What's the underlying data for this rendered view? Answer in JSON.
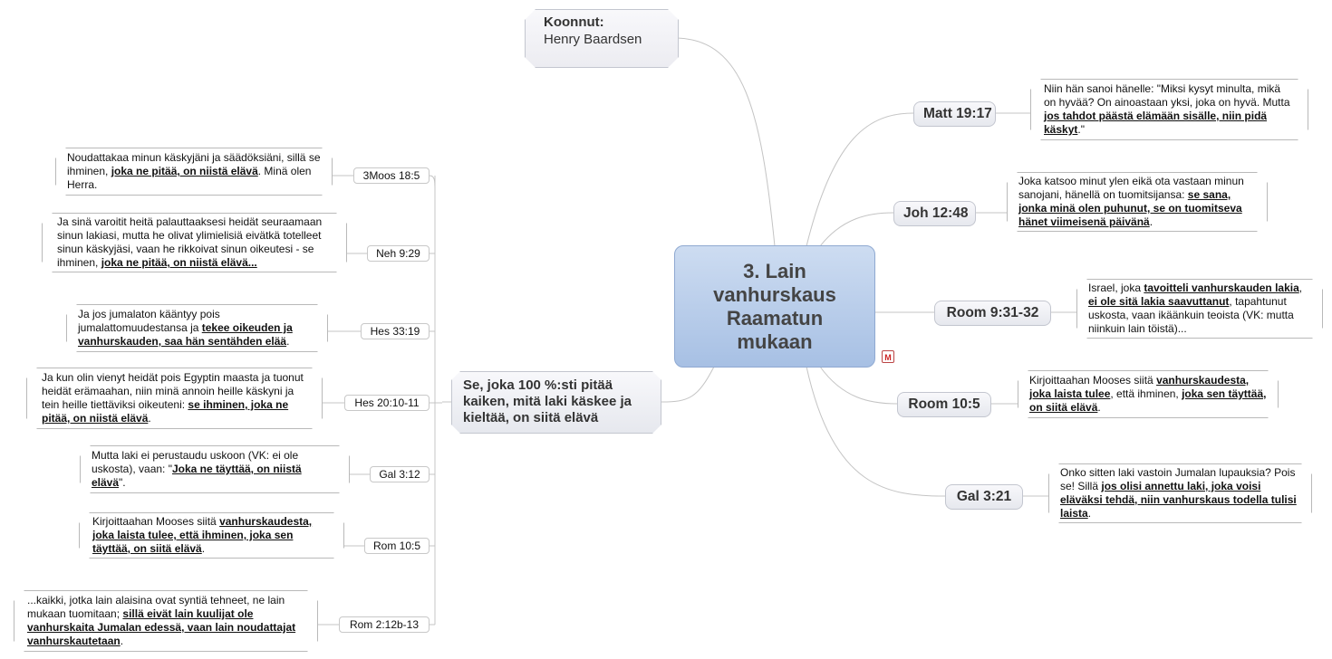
{
  "central": {
    "title": "3. Lain vanhurskaus Raamatun mukaan"
  },
  "author": {
    "heading": "Koonnut:",
    "name": "Henry Baardsen"
  },
  "main_branch": {
    "label": "Se, joka 100 %:sti pitää kaiken, mitä laki käskee ja kieltää, on siitä elävä"
  },
  "left_refs": [
    {
      "ref": "3Moos 18:5",
      "parts": [
        {
          "t": "Noudattakaa minun käskyjäni ja säädöksiäni, sillä se ihminen, ",
          "b": false
        },
        {
          "t": "joka ne pitää, on niistä elävä",
          "b": true
        },
        {
          "t": ". Minä olen Herra.",
          "b": false
        }
      ]
    },
    {
      "ref": "Neh 9:29",
      "parts": [
        {
          "t": "Ja sinä varoitit heitä palauttaaksesi heidät seuraamaan sinun lakiasi, mutta he olivat ylimielisiä eivätkä totelleet sinun käskyjäsi, vaan he rikkoivat sinun oikeutesi - se ihminen, ",
          "b": false
        },
        {
          "t": "joka ne pitää, on niistä elävä...",
          "b": true
        }
      ]
    },
    {
      "ref": "Hes 33:19",
      "parts": [
        {
          "t": "Ja jos jumalaton kääntyy pois jumalattomuudestansa ja ",
          "b": false
        },
        {
          "t": "tekee oikeuden ja vanhurskauden, saa hän sentähden elää",
          "b": true
        },
        {
          "t": ".",
          "b": false
        }
      ]
    },
    {
      "ref": "Hes 20:10-11",
      "parts": [
        {
          "t": "Ja kun olin vienyt heidät pois Egyptin maasta ja tuonut heidät erämaahan, niin minä annoin heille käskyni ja tein heille tiettäviksi oikeuteni: ",
          "b": false
        },
        {
          "t": "se ihminen, joka ne pitää, on niistä elävä",
          "b": true
        },
        {
          "t": ".",
          "b": false
        }
      ]
    },
    {
      "ref": "Gal 3:12",
      "parts": [
        {
          "t": "Mutta laki ei perustaudu uskoon (VK: ei ole uskosta), vaan: \"",
          "b": false
        },
        {
          "t": "Joka ne täyttää, on niistä elävä",
          "b": true
        },
        {
          "t": "\".",
          "b": false
        }
      ]
    },
    {
      "ref": "Rom 10:5",
      "parts": [
        {
          "t": "Kirjoittaahan Mooses siitä ",
          "b": false
        },
        {
          "t": "vanhurskaudesta, joka laista tulee, että ihminen, joka sen täyttää, on siitä elävä",
          "b": true
        },
        {
          "t": ".",
          "b": false
        }
      ]
    },
    {
      "ref": "Rom 2:12b-13",
      "parts": [
        {
          "t": "...kaikki, jotka lain alaisina ovat syntiä tehneet, ne lain mukaan tuomitaan; ",
          "b": false
        },
        {
          "t": "sillä eivät lain kuulijat ole vanhurskaita Jumalan edessä, vaan lain noudattajat vanhurskautetaan",
          "b": true
        },
        {
          "t": ".",
          "b": false
        }
      ]
    }
  ],
  "right_refs": [
    {
      "ref": "Matt 19:17",
      "parts": [
        {
          "t": "Niin hän sanoi hänelle: \"Miksi kysyt minulta, mikä on hyvää? On ainoastaan yksi, joka on hyvä. Mutta ",
          "b": false
        },
        {
          "t": "jos tahdot päästä elämään sisälle, niin pidä käskyt",
          "b": true
        },
        {
          "t": ".\"",
          "b": false
        }
      ]
    },
    {
      "ref": "Joh 12:48",
      "parts": [
        {
          "t": "Joka katsoo minut ylen eikä ota vastaan minun sanojani, hänellä on tuomitsijansa: ",
          "b": false
        },
        {
          "t": "se sana, jonka minä olen puhunut, se on tuomitseva hänet viimeisenä päivänä",
          "b": true
        },
        {
          "t": ".",
          "b": false
        }
      ]
    },
    {
      "ref": "Room 9:31-32",
      "parts": [
        {
          "t": "Israel, joka ",
          "b": false
        },
        {
          "t": "tavoitteli vanhurskauden lakia",
          "b": true
        },
        {
          "t": ", ",
          "b": false
        },
        {
          "t": "ei ole sitä lakia saavuttanut",
          "b": true
        },
        {
          "t": ", tapahtunut uskosta, vaan ikäänkuin teoista (VK: mutta niinkuin lain töistä)...",
          "b": false
        }
      ]
    },
    {
      "ref": "Room 10:5",
      "parts": [
        {
          "t": "Kirjoittaahan Mooses siitä ",
          "b": false
        },
        {
          "t": "vanhurskaudesta, joka laista tulee",
          "b": true
        },
        {
          "t": ", että ihminen, ",
          "b": false
        },
        {
          "t": "joka sen täyttää, on siitä elävä",
          "b": true
        },
        {
          "t": ".",
          "b": false
        }
      ]
    },
    {
      "ref": "Gal 3:21",
      "parts": [
        {
          "t": "Onko sitten laki vastoin Jumalan lupauksia? Pois se! Sillä ",
          "b": false
        },
        {
          "t": "jos olisi annettu laki, joka voisi eläväksi tehdä, niin vanhurskaus todella tulisi laista",
          "b": true
        },
        {
          "t": ".",
          "b": false
        }
      ]
    }
  ],
  "icons": {
    "note_icon": "mindmap-file-icon"
  }
}
